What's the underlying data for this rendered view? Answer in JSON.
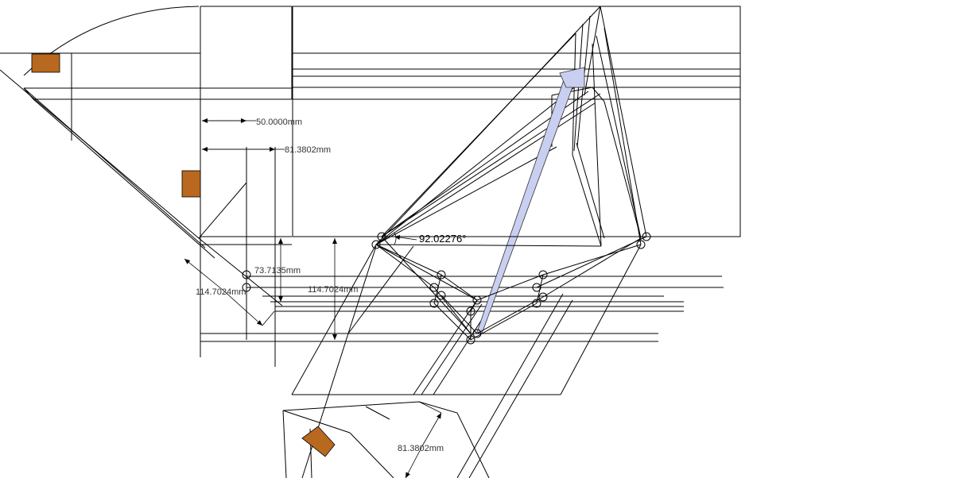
{
  "dimensions": {
    "d1": "50.0000mm",
    "d2": "81.3802mm",
    "d3": "73.7135mm",
    "d4": "114.7024mm",
    "d5": "114.7024mm",
    "d6": "81.3802mm"
  },
  "angle": "92.02276°",
  "colors": {
    "block": "#b8681f",
    "highlight": "#c9cff0"
  }
}
